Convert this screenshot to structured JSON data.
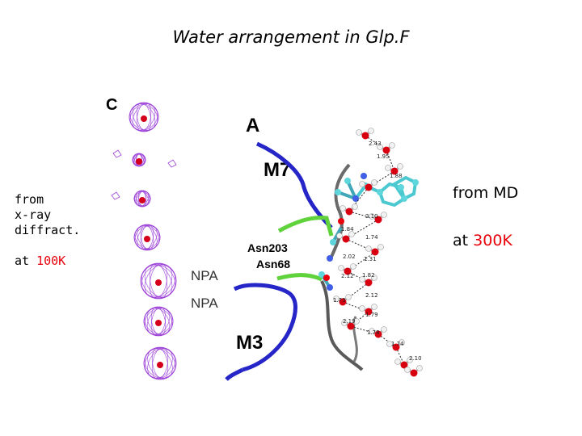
{
  "title": "Water arrangement in Glp.F",
  "left_caption": {
    "line1": "from",
    "line2": "x-ray",
    "line3": "diffract.",
    "temp_prefix": "at ",
    "temp_value": "100K"
  },
  "right_caption": {
    "method": "from MD",
    "temp_prefix": "at ",
    "temp_value": "300K"
  },
  "xray_panel": {
    "label": "C",
    "npa_labels": [
      "NPA",
      "NPA"
    ]
  },
  "md_panel": {
    "panel_label": "A",
    "helix_top": "M7",
    "helix_bottom": "M3",
    "residues": [
      "Asn203",
      "Asn68"
    ],
    "distances": [
      "2.43",
      "1.95",
      "1.88",
      "2.10",
      "1.84",
      "1.74",
      "2.02",
      "1.31",
      "2.12",
      "1.82",
      "1.73",
      "2.12",
      "2.19",
      "1.79",
      "1.78",
      "1.74",
      "2.10"
    ]
  },
  "colors": {
    "accent_red": "#e8000b",
    "helix": "#2626c8",
    "density": "#9b3fd8",
    "asn_green": "#5fd23c"
  }
}
